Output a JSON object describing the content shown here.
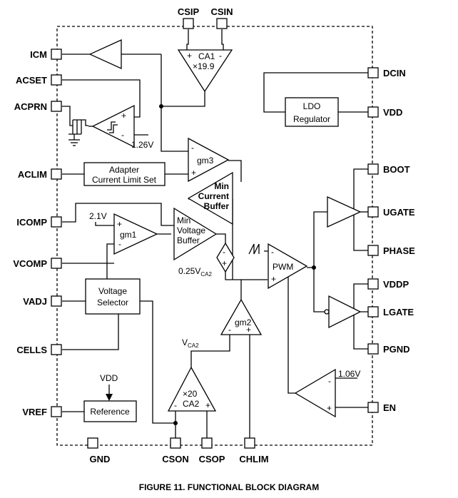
{
  "pins": {
    "csip": "CSIP",
    "csin": "CSIN",
    "icm": "ICM",
    "acset": "ACSET",
    "acprn": "ACPRN",
    "aclim": "ACLIM",
    "icomp": "ICOMP",
    "vcomp": "VCOMP",
    "vadj": "VADJ",
    "cells": "CELLS",
    "vref": "VREF",
    "gnd": "GND",
    "cson": "CSON",
    "csop": "CSOP",
    "chlim": "CHLIM",
    "dcin": "DCIN",
    "vdd": "VDD",
    "boot": "BOOT",
    "ugate": "UGATE",
    "phase": "PHASE",
    "vddp": "VDDP",
    "lgate": "LGATE",
    "pgnd": "PGND",
    "en": "EN"
  },
  "blocks": {
    "ca1_name": "CA1",
    "ca1_gain": "×19.9",
    "ldo_line1": "LDO",
    "ldo_line2": "Regulator",
    "gm3": "gm3",
    "adapter_line1": "Adapter",
    "adapter_line2": "Current Limit Set",
    "mincur_line1": "Min",
    "mincur_line2": "Current",
    "mincur_line3": "Buffer",
    "gm1": "gm1",
    "minvolt_line1": "Min",
    "minvolt_line2": "Voltage",
    "minvolt_line3": "Buffer",
    "pwm": "PWM",
    "vsel_line1": "Voltage",
    "vsel_line2": "Selector",
    "gm2": "gm2",
    "ca2_gain": "×20",
    "ca2_name": "CA2",
    "reference": "Reference"
  },
  "labels": {
    "v126": "1.26V",
    "v21": "2.1V",
    "v025": "0.25V",
    "v025_sub": "CA2",
    "vca2": "V",
    "vca2_sub": "CA2",
    "vdd_ref": "VDD",
    "v106": "1.06V",
    "plus": "+",
    "minus": "-"
  },
  "caption": "FIGURE 11.  FUNCTIONAL BLOCK DIAGRAM"
}
